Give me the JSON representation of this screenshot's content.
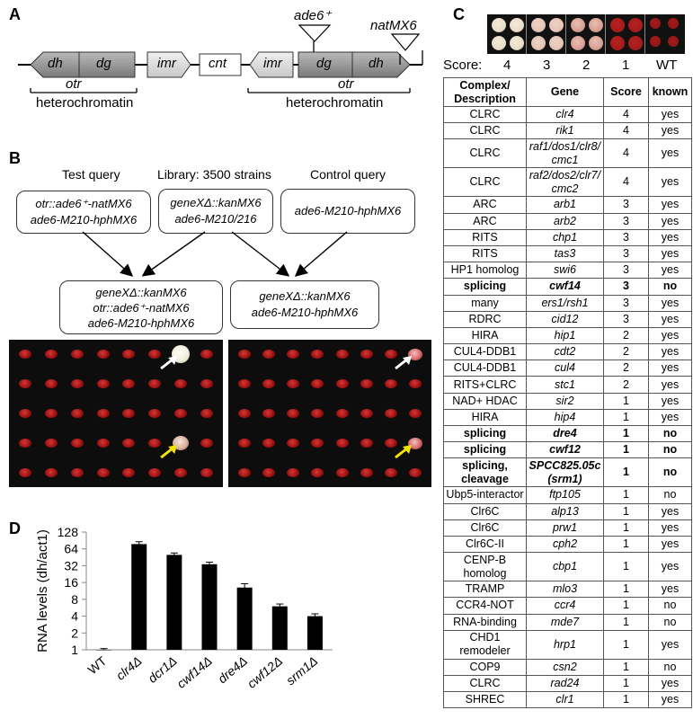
{
  "panels": {
    "a": "A",
    "b": "B",
    "c": "C",
    "d": "D"
  },
  "panel_a": {
    "segments": {
      "dh_left": "dh",
      "dg_left": "dg",
      "imr_left": "imr",
      "cnt": "cnt",
      "imr_right": "imr",
      "dg_right": "dg",
      "dh_right": "dh"
    },
    "otr_left": "otr",
    "otr_right": "otr",
    "heterochromatin_left": "heterochromatin",
    "heterochromatin_right": "heterochromatin",
    "ade6_insert": "ade6⁺",
    "natmx6_insert": "natMX6"
  },
  "panel_b": {
    "test_query_title": "Test query",
    "library_title": "Library: 3500 strains",
    "control_query_title": "Control query",
    "test_box": [
      "otr::ade6⁺-natMX6",
      "ade6-M210-hphMX6"
    ],
    "library_box": [
      "geneXΔ::kanMX6",
      "ade6-M210/216"
    ],
    "control_box": [
      "ade6-M210-hphMX6"
    ],
    "test_result_box": [
      "geneXΔ::kanMX6",
      "otr::ade6⁺-natMX6",
      "ade6-M210-hphMX6"
    ],
    "control_result_box": [
      "geneXΔ::kanMX6",
      "ade6-M210-hphMX6"
    ],
    "plate_colors": {
      "red": "#a51414",
      "white": "#f5f5e6",
      "white_arrow": "#ffffff",
      "yellow_arrow": "#f2e400"
    }
  },
  "panel_c": {
    "score_label": "Score:",
    "score_values": [
      "4",
      "3",
      "2",
      "1",
      "WT"
    ],
    "headers": {
      "complex": "Complex/ Description",
      "gene": "Gene",
      "score": "Score",
      "known": "known"
    },
    "rows": [
      {
        "complex": "CLRC",
        "gene": "clr4",
        "score": "4",
        "known": "yes",
        "bold": false
      },
      {
        "complex": "CLRC",
        "gene": "rik1",
        "score": "4",
        "known": "yes",
        "bold": false
      },
      {
        "complex": "CLRC",
        "gene": "raf1/dos1/clr8/ cmc1",
        "score": "4",
        "known": "yes",
        "bold": false
      },
      {
        "complex": "CLRC",
        "gene": "raf2/dos2/clr7/ cmc2",
        "score": "4",
        "known": "yes",
        "bold": false
      },
      {
        "complex": "ARC",
        "gene": "arb1",
        "score": "3",
        "known": "yes",
        "bold": false
      },
      {
        "complex": "ARC",
        "gene": "arb2",
        "score": "3",
        "known": "yes",
        "bold": false
      },
      {
        "complex": "RITS",
        "gene": "chp1",
        "score": "3",
        "known": "yes",
        "bold": false
      },
      {
        "complex": "RITS",
        "gene": "tas3",
        "score": "3",
        "known": "yes",
        "bold": false
      },
      {
        "complex": "HP1 homolog",
        "gene": "swi6",
        "score": "3",
        "known": "yes",
        "bold": false
      },
      {
        "complex": "splicing",
        "gene": "cwf14",
        "score": "3",
        "known": "no",
        "bold": true
      },
      {
        "complex": "many",
        "gene": "ers1/rsh1",
        "score": "3",
        "known": "yes",
        "bold": false
      },
      {
        "complex": "RDRC",
        "gene": "cid12",
        "score": "3",
        "known": "yes",
        "bold": false
      },
      {
        "complex": "HIRA",
        "gene": "hip1",
        "score": "2",
        "known": "yes",
        "bold": false
      },
      {
        "complex": "CUL4-DDB1",
        "gene": "cdt2",
        "score": "2",
        "known": "yes",
        "bold": false
      },
      {
        "complex": "CUL4-DDB1",
        "gene": "cul4",
        "score": "2",
        "known": "yes",
        "bold": false
      },
      {
        "complex": "RITS+CLRC",
        "gene": "stc1",
        "score": "2",
        "known": "yes",
        "bold": false
      },
      {
        "complex": "NAD+ HDAC",
        "gene": "sir2",
        "score": "1",
        "known": "yes",
        "bold": false
      },
      {
        "complex": "HIRA",
        "gene": "hip4",
        "score": "1",
        "known": "yes",
        "bold": false
      },
      {
        "complex": "splicing",
        "gene": "dre4",
        "score": "1",
        "known": "no",
        "bold": true
      },
      {
        "complex": "splicing",
        "gene": "cwf12",
        "score": "1",
        "known": "no",
        "bold": true
      },
      {
        "complex": "splicing, cleavage",
        "gene": "SPCC825.05c (srm1)",
        "score": "1",
        "known": "no",
        "bold": true
      },
      {
        "complex": "Ubp5-interactor",
        "gene": "ftp105",
        "score": "1",
        "known": "no",
        "bold": false
      },
      {
        "complex": "Clr6C",
        "gene": "alp13",
        "score": "1",
        "known": "yes",
        "bold": false
      },
      {
        "complex": "Clr6C",
        "gene": "prw1",
        "score": "1",
        "known": "yes",
        "bold": false
      },
      {
        "complex": "Clr6C-II",
        "gene": "cph2",
        "score": "1",
        "known": "yes",
        "bold": false
      },
      {
        "complex": "CENP-B homolog",
        "gene": "cbp1",
        "score": "1",
        "known": "yes",
        "bold": false
      },
      {
        "complex": "TRAMP",
        "gene": "mlo3",
        "score": "1",
        "known": "yes",
        "bold": false
      },
      {
        "complex": "CCR4-NOT",
        "gene": "ccr4",
        "score": "1",
        "known": "no",
        "bold": false
      },
      {
        "complex": "RNA-binding",
        "gene": "mde7",
        "score": "1",
        "known": "no",
        "bold": false
      },
      {
        "complex": "CHD1 remodeler",
        "gene": "hrp1",
        "score": "1",
        "known": "yes",
        "bold": false
      },
      {
        "complex": "COP9",
        "gene": "csn2",
        "score": "1",
        "known": "no",
        "bold": false
      },
      {
        "complex": "CLRC",
        "gene": "rad24",
        "score": "1",
        "known": "yes",
        "bold": false
      },
      {
        "complex": "SHREC",
        "gene": "clr1",
        "score": "1",
        "known": "yes",
        "bold": false
      }
    ]
  },
  "chart_data": {
    "type": "bar",
    "categories": [
      "WT",
      "clr4Δ",
      "dcr1Δ",
      "cwf14Δ",
      "dre4Δ",
      "cwf12Δ",
      "srm1Δ"
    ],
    "values": [
      1,
      78,
      50,
      34,
      13,
      6,
      4
    ],
    "errors": [
      0.05,
      8,
      4,
      3,
      2.2,
      0.6,
      0.4
    ],
    "ylabel": "RNA levels (dh/act1)",
    "yscale": "log2",
    "ylim": [
      1,
      128
    ],
    "yticks": [
      1,
      2,
      4,
      8,
      16,
      32,
      64,
      128
    ],
    "ytick_labels": [
      "1",
      "2",
      "4",
      "8",
      "16",
      "32",
      "64",
      "128"
    ],
    "bar_color": "#000000",
    "grid": false
  }
}
